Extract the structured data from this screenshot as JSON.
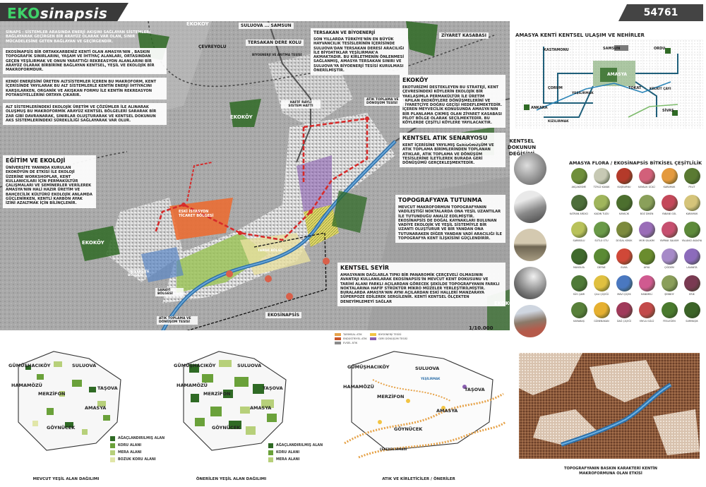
{
  "header": {
    "logo_eko": "EKO",
    "logo_sinapsis": "sinapsis",
    "code": "54761"
  },
  "intro": {
    "lead": "SİNAPS : SİSTEMLER ARASINDA ENERJİ AKIŞINI SAĞLAYAN SİSTEMLERİ BAĞLAYARAK GEÇİRGEN BİR ARAYÜZ OLARAK VAR OLAN, SINIR MÜCADELESİNE GETEN BAĞLAYAN VE GEÇİRGENDİR.",
    "p1": "EKOSİNAPSİS BİR ORTAKKARBENİZ KENTİ OLAN AMASYA'NIN , BASKIN TOPOGRAFİK SINIRLARINI, YAŞAM VE İHTİYAÇ ALANLARI, ORTASINDAN GEÇEN YEŞİLIRMAK VE ONUN YARATTIĞI REKREASYON ALANLARINI BİR ARAYÜZ OLARAK BİRBİRİNE BAĞLAYAN KENTSEL, YEŞİL VE EKOLOJİK BİR MAKROFORMDUR.",
    "p2": "KENDİ ENERJİSİNİ ÜRETEN ALTSİSTEMLER İÇEREN BU MAKROFORM, KENT İÇERİSİNDE YAYILARAK BU ALT SİSTEMLERLE KENTİN ENERJİ İHTİYACINI KARŞILARKEN, ORGANİK VE AKIŞKAN FORMU İLE KENTİN REKREASYON POTANSİYELLERİNİ ORTAYA ÇIKARIR.",
    "p3": "ALT SİSTEMLERİNDEKİ EKOLOJİK ÜRETİM VE ÇÖZÜMLER İLE ALINARAK OLUŞMUŞ BU MAKROFORMİK ARAYÜZ KENTSEL BÖLGELERİ SARARAK BİR ZAR GİBİ DAVRANARAK, SINIRLAR OLUŞTURARAK VE KENTSEL DOKUNUN AKS SİSTEMLERİNDEKİ SÜREKLİLİĞİ SAĞLAYARAK VAR OLUR."
  },
  "tersakan": {
    "title": "TERSAKAN VE BİYOENERJİ",
    "body": "SON YILLARDA TÜRKİYE'NİN EN BÜYÜK HAYVANCILIK TESİSLERİNİN İÇERİSİNDE SULUOVA'DAN TERSAKAN DERESİ ARACILIĞI İLE BİYOATIKLAR YEŞİLIRMAK'A AKMAKTADIR. BU KİRLETMENİN ÖNLENMESİ SAĞLANMIŞ, AMASYA TERSAKAN SINIRI VE SULUOVA'YA BİYOENERJİ TESİSİ KURULMASI ÖNERİLMİŞTİR."
  },
  "ekokoy_box": {
    "title": "EKOKÖY",
    "body": "EKOTURİZMİ DESTEKLEYEN BU STRATEJİ, KENT ÇEVRESİNDEKİ KÖYLERİN EKOLOJİK BİR YAKLAŞIMLA PERMAKÜLTÜR İLE ÜRETİM YAPILAN EKOKÖYLERE DÖNÜŞMELERİNİ VE ZİYARETÇİYE DOĞRU GEÇİŞİ HEDEFLEMEKTEDİR. İÇEREN MEYVECİLİK KONUSUNDA AMASYA'NIN BİR PLANLAMA ÇIKMIŞ OLAN ZİYARET KASABASI PİLOT BÖLGE OLARAK SEÇİLMEKTEDİR. BU KÖYLERDE ÇEŞİTLİ KÖYLERE YAYILACAKTIR."
  },
  "atik": {
    "title": "KENTSEL ATIK SENARYOSU",
    "body": "KENT İÇERİSİNE YAYILMIŞ GERİDÖNÜŞÜM VE ATIK TOPLAMA BİRİMLERİNDEN TOPLANAN ATIKLAR, ATIK TOPLAMA VE DÖNÜŞÜM TESİSLERİNE İLETİLEREK BURADA GERİ DÖNÜŞÜMÜ GERÇEKLEŞMEKTEDİR."
  },
  "topografya": {
    "title": "TOPOGRAFYAYA TUTUNMA",
    "body": "MEVCUT MAKROFORMUN TOPOGRAFYANIN VADİLEŞTİĞİ NOKTALARDA ONA YEŞİL UZANTILAR İLE TUTUNDUĞU ANALİZ EDİLMİŞTİR. EKOSİNAPSİS DE DOĞAL KAYNAKLARI BULUNAN VADİYE EKOLOJİK VE YEŞİL SİSTEMİYLE BİR UZANTI OLUŞTURUR VE BİR YANDAN ONA TUTUNARAKEN DİĞER YANDAN VADİ ARACILIĞI İLE TOPOGRAFYA KENT İLİŞKİSİNİ GÜÇLENDİRİR."
  },
  "seyir": {
    "title": "KENTSEL SEYİR",
    "body": "AMASYANIN DAĞLARLA TIPKI BİR PANAROMİK ÇERÇEVELİ OLMASININ AVANTAJI KULLANILARAK EKOSİNAPSİS'İN MEVCUT KENT DOKUSUNU VE TARİHİ ALANI FARKLI AÇILARDAN GÖRECEK ŞEKİLDE TOPOGRAFYANIN FARKLI NOKTALARINA HAFİF STRÜKTÜR MİKRO MÜZELER YERLEŞTİRİLMİŞTİR. BURALARDA AMASYA'NIN AYNI AÇILARDAN ESKİ HALLERİ MANZARAYA SÜPERPOZE EDİLEREK SERGİLENİR. KENTİ KENTSEL ÖLÇEKTEN DENEYİMLEMEYİ SAĞLAR"
  },
  "egitim": {
    "title": "EĞİTİM VE EKOLOJİ",
    "body": "ÜNİVERSİTE YANINDA KURULAN EKOKÖYÜN DE ETKİSİ İLE EKOLOJİ ÜZERİNE WORKSHOPLAR, KENT KULLANICILARI İÇİN PERMAKÜLTÜR ÇALIŞMALARI VE SEMİNERLER VERİLEREK AMASYA'NIN HALİ HAZIR ÜRETİM VE BAHÇECİLİK KÜLTÜRÜ EKOLOJİK ANLAMDA GÜÇLENİRKEN, KENTLİ KARBON AYAK İZİNİ AZALTMAK İÇİN BİLİNÇLENİR."
  },
  "map_labels": {
    "suluova": "SULUOVA ... SAMSUN",
    "cevreyolu": "ÇEVREYOLU",
    "tersakan_kolu": "TERSAKAN DERE KOLU",
    "biyoenerji": "BİYOENERJİ VE ARITMA TESİSİ",
    "ziyaret": "ZİYARET KASABASI",
    "ekokoy": "EKOKÖY",
    "hafif_rayli": "HAFİF RAYLI SİSTEM HATTI",
    "atik_top1": "ATIK TOPLAMA VE DÖNÜŞÜM TESİSİ",
    "atik_top2": "ATIK TOPLAMA VE DÖNÜŞÜM TESİSİ",
    "eski_istasyon": "ESKİ İSTASYON TİCARET BÖLGESİ",
    "tarihi": "TARİHİ BÖLGE",
    "universite": "ÜNİVERSİTE BÖLGESİ",
    "sanayi": "SANAYİ BÖLGESİ",
    "ekosinapsis": "EKOSİNAPSİS",
    "scale": "1/10.000"
  },
  "transport": {
    "title": "AMASYA KENTİ KENTSEL ULAŞIM VE NEHİRLER",
    "cities": [
      "KASTAMONU",
      "SAMSUN",
      "ORDU",
      "AMASYA",
      "ÇORUM",
      "YEŞİLIRMAK",
      "TOKAT",
      "KELKİT ÇAYI",
      "ANKARA",
      "SİVAS",
      "KIZILIRMAK"
    ]
  },
  "texture": {
    "title": "KENTSEL DOKUNUN DEĞİŞİMİ"
  },
  "flora": {
    "title": "AMASYA FLORA / EKOSİNAPSİS BİTKİSEL ÇEŞİTLİLİK",
    "items": [
      {
        "name": "AKÇAKESME",
        "color": "#6f8f3a"
      },
      {
        "name": "TÜYLÜ KAVAK",
        "color": "#c7c9b4"
      },
      {
        "name": "KUŞBURNU",
        "color": "#b43a2a"
      },
      {
        "name": "KAYALIK GÜLÜ",
        "color": "#d2607a"
      },
      {
        "name": "KARAMUK",
        "color": "#e49a3e"
      },
      {
        "name": "PELİT",
        "color": "#5a7a32"
      },
      {
        "name": "KATRAN ARDICI",
        "color": "#4d6e3a"
      },
      {
        "name": "KADIN TUZU",
        "color": "#a0b55c"
      },
      {
        "name": "KAYACIK",
        "color": "#4c6f2e"
      },
      {
        "name": "BOZ DİKEN",
        "color": "#8aa05a"
      },
      {
        "name": "YABANİ GÜL",
        "color": "#c4485a"
      },
      {
        "name": "KARAMUK",
        "color": "#d5c47a"
      },
      {
        "name": "SARIBOLU",
        "color": "#b9c25a"
      },
      {
        "name": "SÜTLÜ OTU",
        "color": "#6a9a48"
      },
      {
        "name": "DOĞAL KEKİK",
        "color": "#7c8a3c"
      },
      {
        "name": "MOR SALKIM",
        "color": "#9a6db8"
      },
      {
        "name": "YAPRAK SALKIM",
        "color": "#c75070"
      },
      {
        "name": "YALANCI AKASYA",
        "color": "#5d8a3a"
      },
      {
        "name": "MANOLYA",
        "color": "#3f6a2c"
      },
      {
        "name": "DEFNE",
        "color": "#5a8a34"
      },
      {
        "name": "ELMA",
        "color": "#d04838"
      },
      {
        "name": "AYVA",
        "color": "#6a8c2e"
      },
      {
        "name": "ÇİĞDEM",
        "color": "#a68ac8"
      },
      {
        "name": "LAVANTA",
        "color": "#8c6bbb"
      },
      {
        "name": "SÜS ÇAMI",
        "color": "#4f7a38"
      },
      {
        "name": "ÇALI ÇİÇEĞİ",
        "color": "#e0c040"
      },
      {
        "name": "MAVİ ÇİÇEK",
        "color": "#4a78c0"
      },
      {
        "name": "HANIMELİ",
        "color": "#d05a90"
      },
      {
        "name": "ŞEBBOY",
        "color": "#8a9e5a"
      },
      {
        "name": "ERİK",
        "color": "#7a3a52"
      },
      {
        "name": "KARABAŞ",
        "color": "#58803a"
      },
      {
        "name": "GÜNEBAKAN",
        "color": "#e6b030"
      },
      {
        "name": "DAĞ ÇİÇEĞİ",
        "color": "#a03a5a"
      },
      {
        "name": "YAYLA GÜLÜ",
        "color": "#c34a4a"
      },
      {
        "name": "FESLEĞEN",
        "color": "#4a7a2e"
      },
      {
        "name": "SARMAŞIK",
        "color": "#3c6428"
      }
    ]
  },
  "bottom": {
    "towns": {
      "gumushacikoy": "GÜMÜŞHACIKÖY",
      "hamamozu": "HAMAMÖZÜ",
      "merzifon": "MERZİFON",
      "suluova": "SULUOVA",
      "tasova": "TAŞOVA",
      "amasya": "AMASYA",
      "goynucek": "GÖYNÜCEK"
    },
    "map1_caption": "MEVCUT YEŞİL ALAN DAĞILIMI",
    "map2_caption": "ÖNERİLEN YEŞİL ALAN DAĞILIMI",
    "map3_caption": "ATIK VE KİRLETİCİLER / ÖNERİLER",
    "legend1": [
      "AĞAÇLANDIRILMIŞ ALAN",
      "KORU ALANI",
      "MERA ALANI",
      "BOZUK KORU ALANI"
    ],
    "legend2": [
      "AĞAÇLANDIRILMIŞ ALAN",
      "KORU ALANI",
      "MERA ALANI"
    ],
    "legend3": [
      "TARIMSAL ATIK",
      "ENDÜSTRİYEL ATIK",
      "EVSEL ATIK",
      "BİYOENERJİ TESİSİ",
      "GERİ DÖNÜŞÜM TESİSİ"
    ],
    "map3_river": "YEŞİLIRMAK",
    "map3_river2": "ÇEKEREK IRMAĞI",
    "topo_caption": "TOPOGRAFYANIN BASKIN KARAKTERİ KENTİN MAKROFORMUNA OLAN ETKİSİ"
  },
  "colors": {
    "accent_green": "#3fd36a",
    "river_blue": "#2d6fa8",
    "route_red": "#d62b2b",
    "forest_dark": "#2f6a25",
    "forest_mid": "#6aa13a",
    "pasture": "#b7d07a"
  }
}
